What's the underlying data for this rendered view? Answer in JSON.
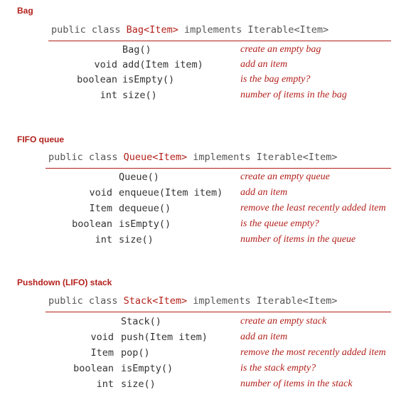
{
  "sections": [
    {
      "title": "Bag",
      "header": {
        "prefix": "public class ",
        "class_sig": "Bag<Item>",
        "suffix": " implements Iterable<Item>"
      },
      "rows": [
        {
          "ret": "",
          "sig": "Bag()",
          "desc": "create an empty bag"
        },
        {
          "ret": "void",
          "sig": "add(Item item)",
          "desc": "add an item"
        },
        {
          "ret": "boolean",
          "sig": "isEmpty()",
          "desc": "is the bag empty?"
        },
        {
          "ret": "int",
          "sig": "size()",
          "desc": "number of items in the bag"
        }
      ]
    },
    {
      "title": "FIFO queue",
      "header": {
        "prefix": "public class ",
        "class_sig": "Queue<Item>",
        "suffix": " implements Iterable<Item>"
      },
      "rows": [
        {
          "ret": "",
          "sig": "Queue()",
          "desc": "create an empty queue"
        },
        {
          "ret": "void",
          "sig": "enqueue(Item item)",
          "desc": "add an item"
        },
        {
          "ret": "Item",
          "sig": "dequeue()",
          "desc": "remove the least recently added item"
        },
        {
          "ret": "boolean",
          "sig": "isEmpty()",
          "desc": "is the queue empty?"
        },
        {
          "ret": "int",
          "sig": "size()",
          "desc": "number of items in the queue"
        }
      ]
    },
    {
      "title": "Pushdown (LIFO) stack",
      "header": {
        "prefix": "public class ",
        "class_sig": "Stack<Item>",
        "suffix": " implements Iterable<Item>"
      },
      "rows": [
        {
          "ret": "",
          "sig": "Stack()",
          "desc": "create an empty stack"
        },
        {
          "ret": "void",
          "sig": "push(Item item)",
          "desc": "add an item"
        },
        {
          "ret": "Item",
          "sig": "pop()",
          "desc": "remove the most recently added item"
        },
        {
          "ret": "boolean",
          "sig": "isEmpty()",
          "desc": "is the stack empty?"
        },
        {
          "ret": "int",
          "sig": "size()",
          "desc": "number of items in the stack"
        }
      ]
    }
  ]
}
